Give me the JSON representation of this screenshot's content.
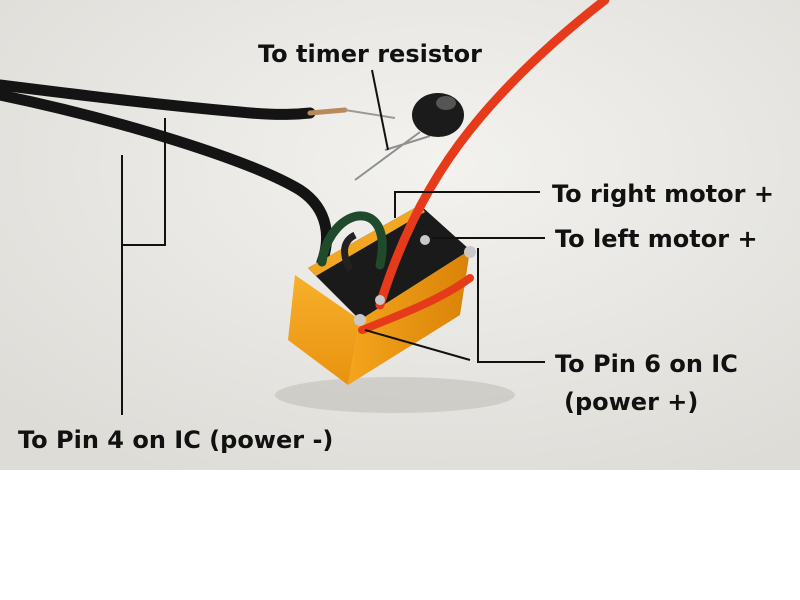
{
  "labels": {
    "timer_resistor": "To timer resistor",
    "right_motor": "To right motor +",
    "left_motor": "To left motor +",
    "pin6_line1": "To Pin 6 on IC",
    "pin6_line2": "(power +)",
    "pin4": "To Pin 4 on IC (power -)"
  },
  "colors": {
    "background": "#e9e8e4",
    "relay_body": "#f2a11c",
    "red_wire": "#e63b1a",
    "black_wire": "#141414",
    "green_wire": "#1f4a2c",
    "leader_line": "#111111"
  }
}
